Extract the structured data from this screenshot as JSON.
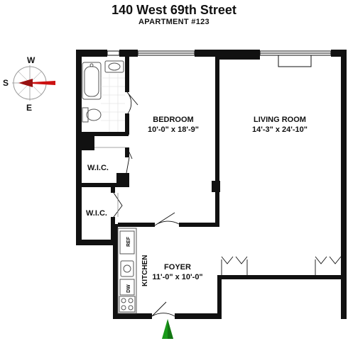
{
  "header": {
    "title": "140 West 69th Street",
    "subtitle": "APARTMENT #123"
  },
  "compass": {
    "north_label": "W",
    "west_label": "S",
    "south_label": "E",
    "needle_color": "#cc1111"
  },
  "rooms": {
    "bedroom": {
      "name": "BEDROOM",
      "size": "10'-0\" x 18'-9\""
    },
    "living_room": {
      "name": "LIVING ROOM",
      "size": "14'-3\" x 24'-10\""
    },
    "wic_upper": {
      "name": "W.I.C."
    },
    "wic_lower": {
      "name": "W.I.C."
    },
    "foyer": {
      "name": "FOYER",
      "size": "11'-0\" x 10'-0\""
    },
    "kitchen": {
      "name": "KITCHEN"
    }
  },
  "appliances": {
    "ref": "REF",
    "dw": "DW"
  },
  "colors": {
    "wall": "#111111",
    "entry_arrow": "#1a9a1a",
    "fixture": "#555555"
  }
}
